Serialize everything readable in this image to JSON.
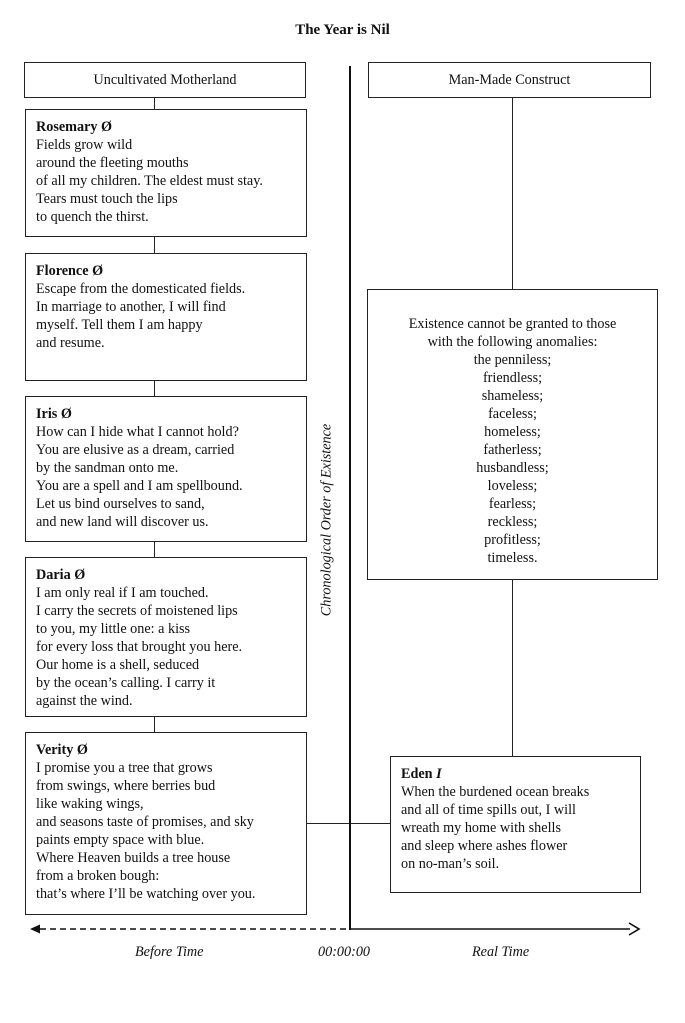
{
  "title": "The Year is Nil",
  "left_header": "Uncultivated Motherland",
  "right_header": "Man-Made Construct",
  "poems": [
    {
      "name": "Rosemary",
      "symbol": "Ø",
      "lines": [
        "Fields grow wild",
        "around the fleeting mouths",
        "of all my children. The eldest must stay.",
        "Tears must touch the lips",
        "to quench the thirst."
      ]
    },
    {
      "name": "Florence",
      "symbol": "Ø",
      "lines": [
        "Escape from the domesticated fields.",
        "In marriage to another, I will find",
        "myself. Tell them I am happy",
        "and resume."
      ]
    },
    {
      "name": "Iris",
      "symbol": "Ø",
      "lines": [
        "How can I hide what I cannot hold?",
        "You are elusive as a dream, carried",
        "by the sandman onto me.",
        "You are a spell and I am spellbound.",
        "Let us bind ourselves to sand,",
        "and new land will discover us."
      ]
    },
    {
      "name": "Daria",
      "symbol": "Ø",
      "lines": [
        "I am only real if I am touched.",
        "I carry the secrets of moistened lips",
        "to you, my little one: a kiss",
        "for every loss that brought you here.",
        "Our home is a shell, seduced",
        "by the ocean’s calling. I carry it",
        "against the wind."
      ]
    },
    {
      "name": "Verity",
      "symbol": "Ø",
      "lines": [
        "I promise you a tree that grows",
        "from swings, where berries bud",
        "like waking wings,",
        "and seasons taste of promises, and sky",
        "paints empty space with blue.",
        "Where Heaven builds a tree house",
        "from a broken bough:",
        "that’s where I’ll be watching over you."
      ]
    }
  ],
  "existence": {
    "lines": [
      "Existence cannot be granted to those",
      "with the following anomalies:",
      "the penniless;",
      "friendless;",
      "shameless;",
      "faceless;",
      "homeless;",
      "fatherless;",
      "husbandless;",
      "loveless;",
      "fearless;",
      "reckless;",
      "profitless;",
      "timeless."
    ]
  },
  "eden": {
    "name": "Eden",
    "symbol": "I",
    "lines": [
      "When the burdened ocean breaks",
      "and all of time spills out, I will",
      "wreath my home with shells",
      "and sleep where ashes flower",
      "on no-man’s soil."
    ]
  },
  "axis": {
    "vertical_label": "Chronological Order of Existence",
    "before_label": "Before Time",
    "zero_label": "00:00:00",
    "real_label": "Real Time"
  }
}
